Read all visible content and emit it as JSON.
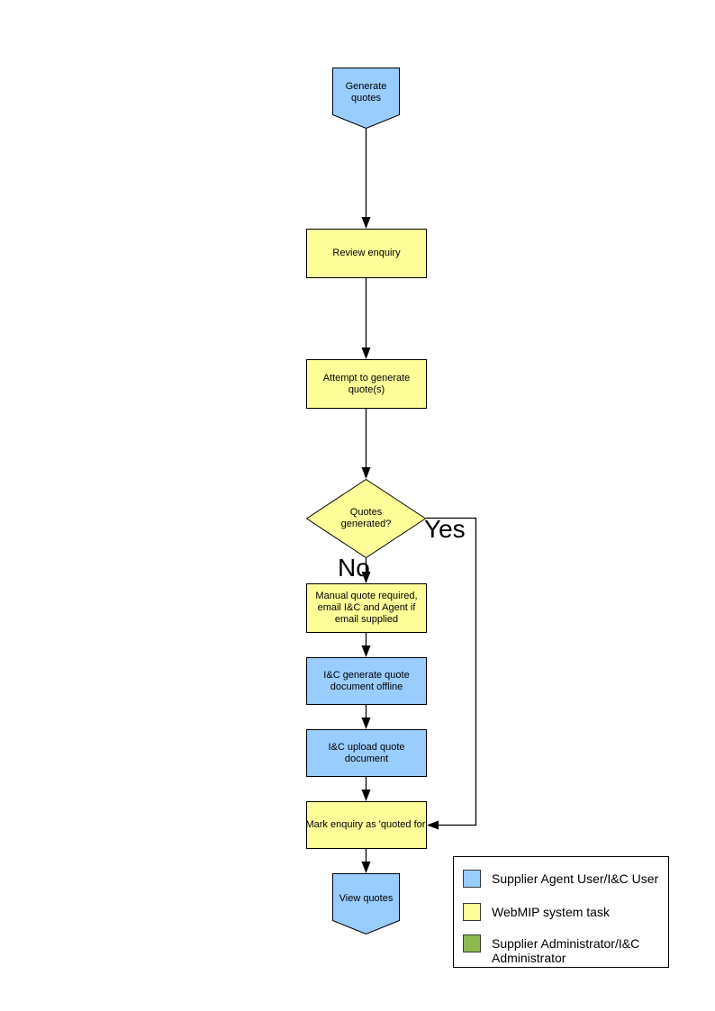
{
  "nodes": {
    "start": {
      "label": "Generate quotes",
      "type": "actor_task"
    },
    "review": {
      "label": "Review enquiry",
      "type": "system_task"
    },
    "attempt": {
      "label": "Attempt to generate quote(s)",
      "type": "system_task"
    },
    "decision": {
      "label": "Quotes generated?",
      "type": "system_task"
    },
    "manual": {
      "label": "Manual quote required, email I&C and Agent if email supplied",
      "type": "system_task"
    },
    "ic_generate": {
      "label": "I&C generate quote document offline",
      "type": "actor_task"
    },
    "ic_upload": {
      "label": "I&C upload quote document",
      "type": "actor_task"
    },
    "mark": {
      "label": "Mark enquiry as 'quoted for'",
      "type": "system_task"
    },
    "end": {
      "label": "View quotes",
      "type": "actor_task"
    }
  },
  "branches": {
    "yes": "Yes",
    "no": "No"
  },
  "legend": {
    "items": [
      {
        "label": "Supplier Agent User/I&C User",
        "color": "#99CCFF"
      },
      {
        "label": "WebMIP system task",
        "color": "#FFFF99"
      },
      {
        "label": "Supplier Administrator/I&C Administrator",
        "color": "#8DB94F"
      }
    ]
  },
  "colors": {
    "actor_task": "#99CCFF",
    "system_task": "#FFFF99",
    "admin_task": "#8DB94F",
    "line": "#000000"
  }
}
